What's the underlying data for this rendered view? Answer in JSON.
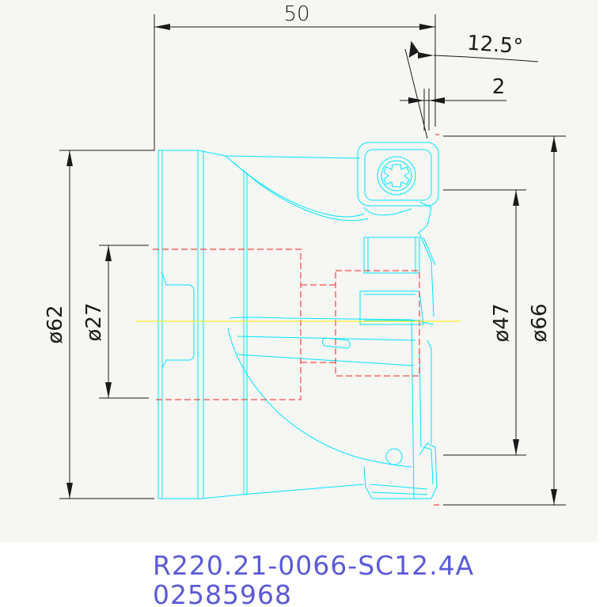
{
  "dimensions": {
    "overall_length": "50",
    "angle": "12.5°",
    "offset": "2",
    "outer_diameter_left": "ø62",
    "bore_diameter": "ø27",
    "pilot_diameter": "ø47",
    "cutting_diameter": "ø66"
  },
  "part": {
    "code": "R220.21-0066-SC12.4A",
    "number": "02585968"
  },
  "colors": {
    "background": "#f5f5f1",
    "outline": "#00e5ff",
    "dimension": "#1a1a1a",
    "hidden_line": "#ff2020",
    "center_line": "#ffee00",
    "title_text": "#5a5ad8"
  }
}
